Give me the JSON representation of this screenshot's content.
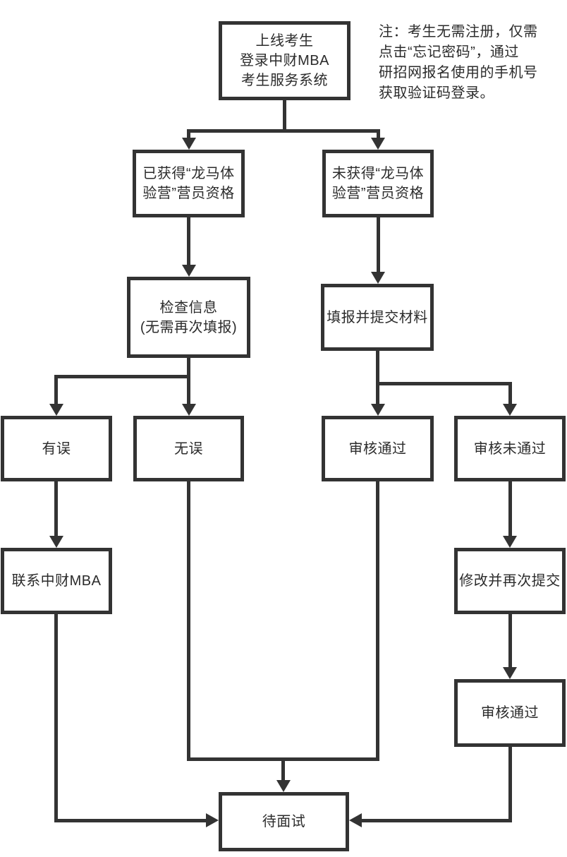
{
  "colors": {
    "line": "#333333",
    "text": "#2b2b2b",
    "background": "#ffffff"
  },
  "note": {
    "lines": [
      "注：考生无需注册，仅需",
      "点击“忘记密码”，通过",
      "研招网报名使用的手机号",
      "获取验证码登录。"
    ]
  },
  "nodes": {
    "start": {
      "lines": [
        "上线考生",
        "登录中财MBA",
        "考生服务系统"
      ]
    },
    "qualified": {
      "lines": [
        "已获得“龙马体",
        "验营”营员资格"
      ]
    },
    "not_qualified": {
      "lines": [
        "未获得“龙马体",
        "验营”营员资格"
      ]
    },
    "check_info": {
      "lines": [
        "检查信息",
        "(无需再次填报)"
      ]
    },
    "fill_submit": {
      "lines": [
        "填报并提交材料"
      ]
    },
    "has_error": {
      "lines": [
        "有误"
      ]
    },
    "no_error": {
      "lines": [
        "无误"
      ]
    },
    "review_pass_1": {
      "lines": [
        "审核通过"
      ]
    },
    "review_fail": {
      "lines": [
        "审核未通过"
      ]
    },
    "contact_mba": {
      "lines": [
        "联系中财MBA"
      ]
    },
    "revise_resubmit": {
      "lines": [
        "修改并再次提交"
      ]
    },
    "review_pass_2": {
      "lines": [
        "审核通过"
      ]
    },
    "interview": {
      "lines": [
        "待面试"
      ]
    }
  }
}
